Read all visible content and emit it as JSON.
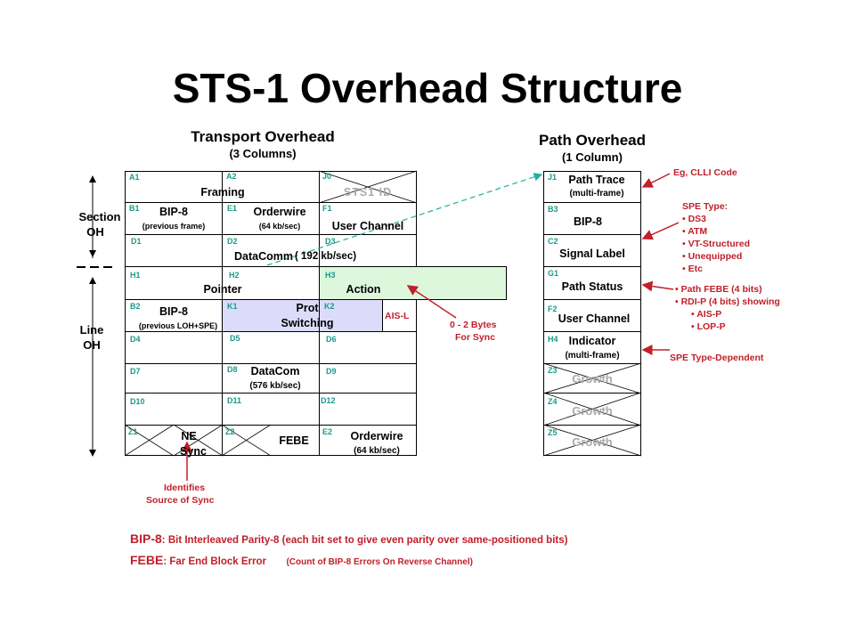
{
  "title": "STS-1 Overhead Structure",
  "transport": {
    "heading": "Transport Overhead",
    "columns": "(3 Columns)",
    "codes": {
      "A1": "A1",
      "A2": "A2",
      "J0": "J0",
      "B1": "B1",
      "E1": "E1",
      "F1": "F1",
      "D1": "D1",
      "D2": "D2",
      "D3": "D3",
      "H1": "H1",
      "H2": "H2",
      "H3": "H3",
      "B2": "B2",
      "K1": "K1",
      "K2": "K2",
      "D4": "D4",
      "D5": "D5",
      "D6": "D6",
      "D7": "D7",
      "D8": "D8",
      "D9": "D9",
      "D10": "D10",
      "D11": "D11",
      "D12": "D12",
      "Z1": "Z1",
      "Z2": "Z2",
      "E2": "E2"
    },
    "framing": "Framing",
    "stsid": "STS1 ID",
    "bip8_b1": "BIP-8",
    "bip8_b1_sub": "(previous frame)",
    "orderwire_e1": "Orderwire",
    "orderwire_e1_sub": "(64 kb/sec)",
    "user_channel": "User Channel",
    "datacomm": "DataComm",
    "datacomm_rate": "( 192 kb/sec)",
    "pointer": "Pointer",
    "action": "Action",
    "bip8_b2": "BIP-8",
    "bip8_b2_sub": "(previous LOH+SPE)",
    "prot_switching_1": "Prot",
    "prot_switching_2": "Switching",
    "ais_l": "AIS-L",
    "datacom": "DataCom",
    "datacom_rate": "(576 kb/sec)",
    "ne_sync_1": "NE",
    "ne_sync_2": "Sync",
    "febe": "FEBE",
    "orderwire_e2": "Orderwire",
    "orderwire_e2_sub": "(64 kb/sec)"
  },
  "path": {
    "heading": "Path Overhead",
    "columns": "(1 Column)",
    "codes": {
      "J1": "J1",
      "B3": "B3",
      "C2": "C2",
      "G1": "G1",
      "F2": "F2",
      "H4": "H4",
      "Z3": "Z3",
      "Z4": "Z4",
      "Z5": "Z5"
    },
    "path_trace": "Path Trace",
    "path_trace_sub": "(multi-frame)",
    "bip8": "BIP-8",
    "signal_label": "Signal Label",
    "path_status": "Path Status",
    "user_channel": "User Channel",
    "indicator": "Indicator",
    "indicator_sub": "(multi-frame)",
    "growth": "Growth"
  },
  "side_labels": {
    "section_1": "Section",
    "section_2": "OH",
    "line_1": "Line",
    "line_2": "OH"
  },
  "annotations": {
    "clli": "Eg, CLLI Code",
    "spe_type_title": "SPE Type:",
    "spe_types": [
      "• DS3",
      "• ATM",
      "• VT-Structured",
      "• Unequipped",
      "• Etc"
    ],
    "g1_items": [
      "• Path FEBE (4 bits)",
      "• RDI-P (4 bits) showing",
      "• AIS-P",
      "• LOP-P"
    ],
    "spe_dependent": "SPE Type-Dependent",
    "bytes_sync_1": "0 - 2 Bytes",
    "bytes_sync_2": "For Sync",
    "identifies_1": "Identifies",
    "identifies_2": "Source of Sync"
  },
  "footnotes": {
    "bip8_key": "BIP-8",
    "bip8_desc": ": Bit Interleaved Parity-8 (each bit set to give even parity over same-positioned  bits)",
    "febe_key": "FEBE",
    "febe_desc": ": Far End Block Error",
    "febe_extra": "(Count of BIP-8 Errors On Reverse Channel)"
  },
  "colors": {
    "code_text": "#1a9a8a",
    "annotation": "#c0202a",
    "action_fill": "#ddf7dd",
    "prot_fill": "#dcdcfa",
    "arrow_teal": "#20b0a0",
    "growth_text": "#aaaaaa"
  }
}
